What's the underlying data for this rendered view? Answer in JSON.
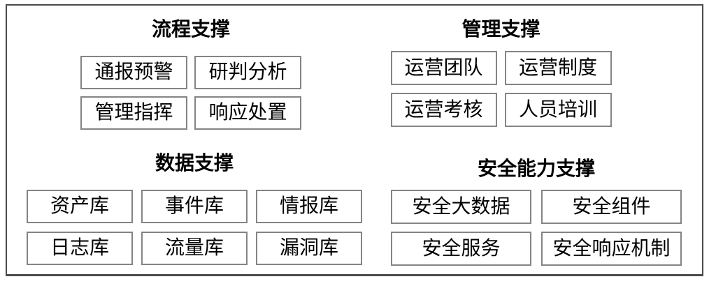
{
  "diagram": {
    "sections": [
      {
        "title": "流程支撑",
        "items": [
          "通报预警",
          "研判分析",
          "管理指挥",
          "响应处置"
        ]
      },
      {
        "title": "管理支撑",
        "items": [
          "运营团队",
          "运营制度",
          "运营考核",
          "人员培训"
        ]
      },
      {
        "title": "数据支撑",
        "items": [
          "资产库",
          "事件库",
          "情报库",
          "日志库",
          "流量库",
          "漏洞库"
        ]
      },
      {
        "title": "安全能力支撑",
        "items": [
          "安全大数据",
          "安全组件",
          "安全服务",
          "安全响应机制"
        ]
      }
    ],
    "colors": {
      "frame_border": "#4a4a4a",
      "box_border": "#848484",
      "text": "#000000",
      "background": "#ffffff"
    }
  }
}
